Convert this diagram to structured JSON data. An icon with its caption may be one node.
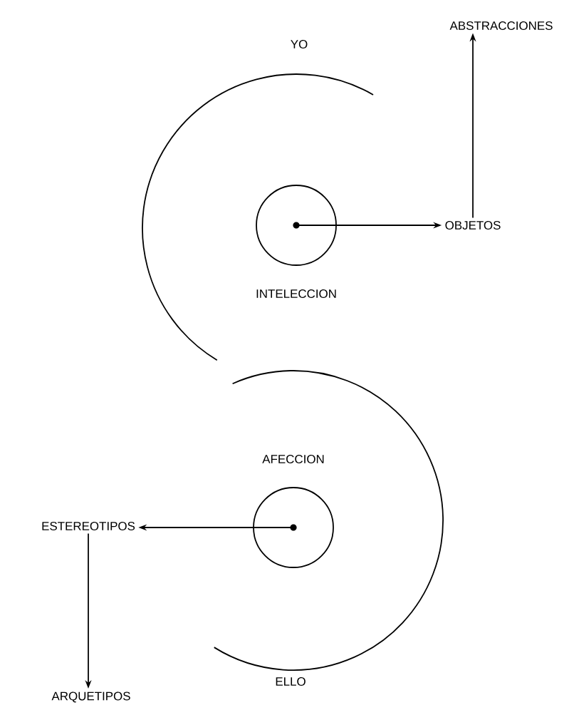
{
  "diagram": {
    "nodes": [
      {
        "text": [],
        "shape": "circle",
        "beside": [
          "INTELECCION"
        ]
      },
      {
        "text": [
          "OBJETOS"
        ]
      },
      {
        "text": [
          "ABSTRACCIONES"
        ]
      },
      {
        "text": [],
        "shape": "circle",
        "beside": [
          "AFECCION"
        ]
      },
      {
        "text": [
          "ESTEREOTIPOS"
        ]
      },
      {
        "text": [
          "ARQUETIPOS"
        ]
      }
    ],
    "edges": [
      {
        "from": 0,
        "to": 1,
        "arrow": "to"
      },
      {
        "from": 1,
        "to": 2,
        "arrow": "to"
      },
      {
        "from": 3,
        "to": 4,
        "arrow": "to"
      },
      {
        "from": 4,
        "to": 5,
        "arrow": "to"
      }
    ],
    "labels": [
      "YO",
      "ELLO"
    ]
  }
}
